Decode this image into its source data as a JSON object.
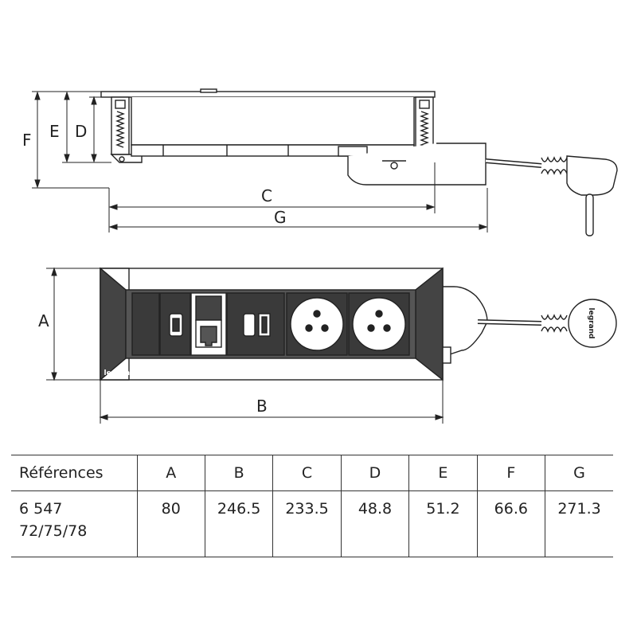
{
  "dimension_labels": {
    "A": "A",
    "B": "B",
    "C": "C",
    "D": "D",
    "E": "E",
    "F": "F",
    "G": "G"
  },
  "brand_logo": "legrand",
  "table": {
    "headers": [
      "Références",
      "A",
      "B",
      "C",
      "D",
      "E",
      "F",
      "G"
    ],
    "row": {
      "reference_line1": "6 547",
      "reference_line2": "72/75/78",
      "values": [
        "80",
        "246.5",
        "233.5",
        "48.8",
        "51.2",
        "66.6",
        "271.3"
      ]
    }
  }
}
